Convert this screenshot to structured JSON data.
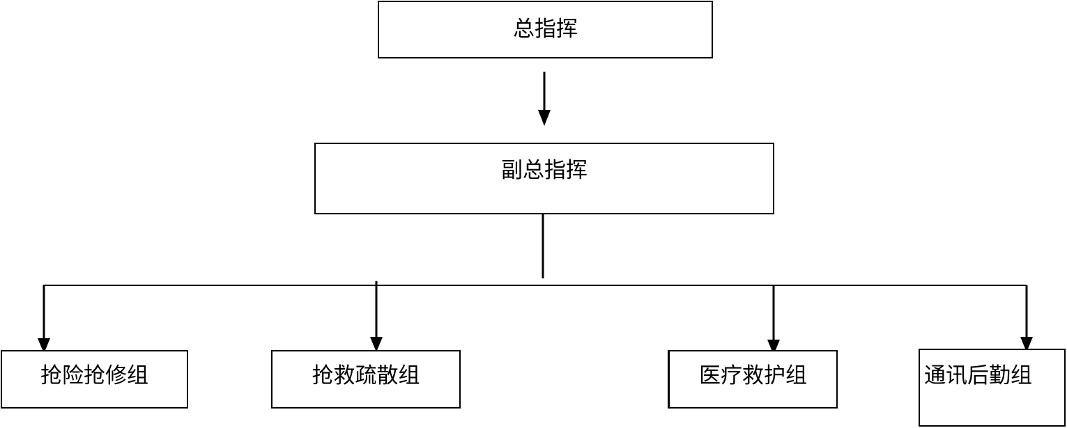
{
  "diagram": {
    "commander": "总指挥",
    "deputy_commander": "副总指挥",
    "teams": [
      "抢险抢修组",
      "抢救疏散组",
      "医疗救护组",
      "通讯后勤组"
    ]
  }
}
